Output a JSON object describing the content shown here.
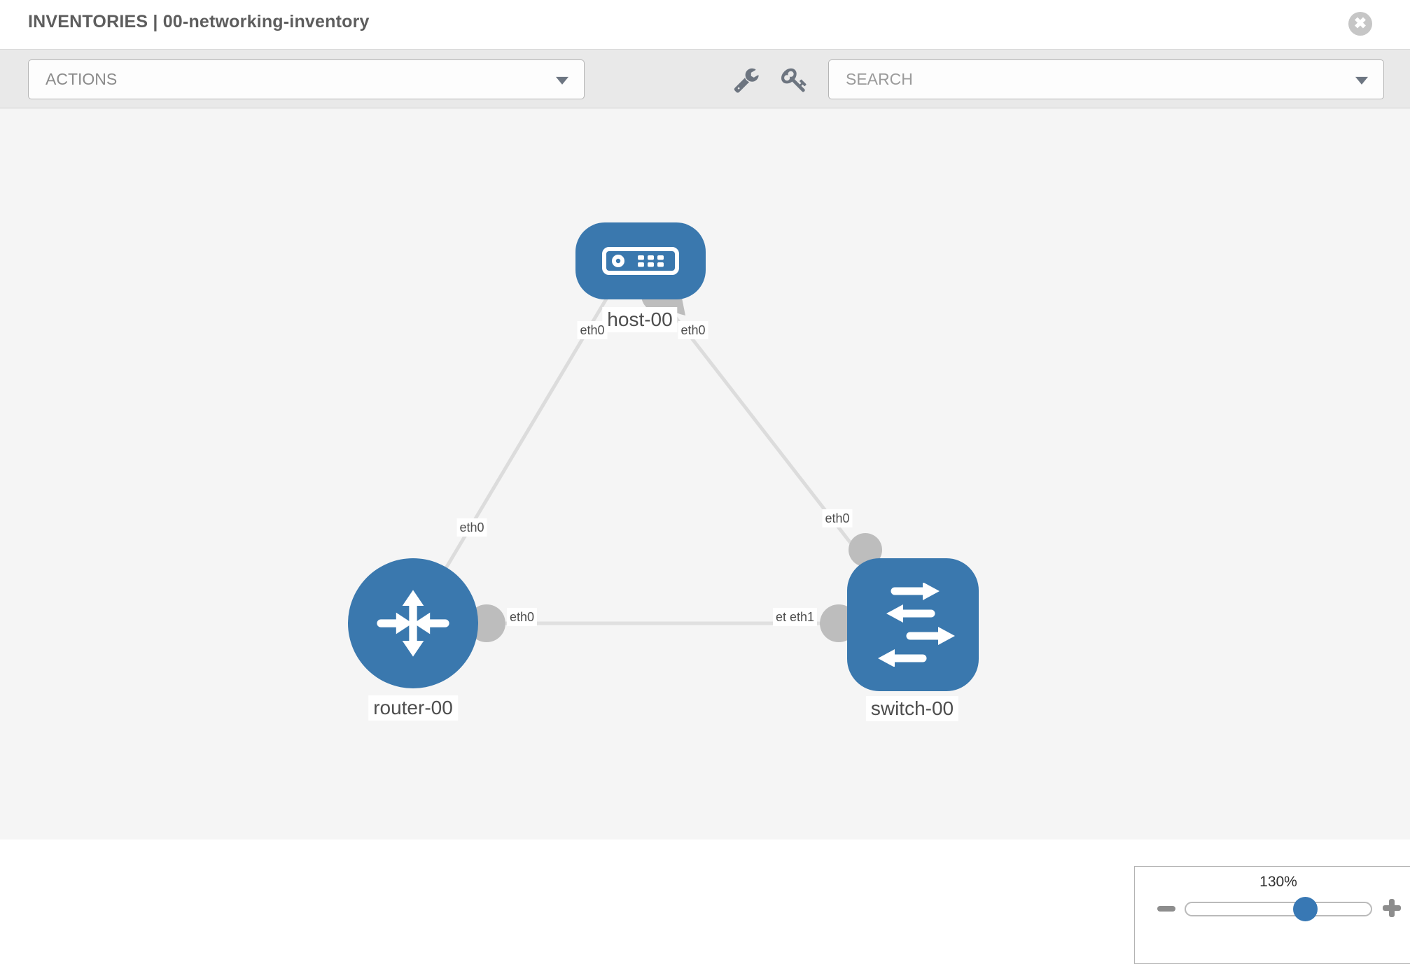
{
  "header": {
    "title": "INVENTORIES | 00-networking-inventory"
  },
  "toolbar": {
    "actions_label": "ACTIONS",
    "search_placeholder": "SEARCH"
  },
  "icons": {
    "close": "x-in-circle",
    "actions_caret": "caret-down",
    "search_caret": "caret-down",
    "wrench": "wrench",
    "key": "key",
    "minus": "minus",
    "plus": "plus"
  },
  "topology": {
    "nodes": [
      {
        "id": "host-00",
        "type": "host",
        "label": "host-00"
      },
      {
        "id": "router-00",
        "type": "router",
        "label": "router-00"
      },
      {
        "id": "switch-00",
        "type": "switch",
        "label": "switch-00"
      }
    ],
    "links": [
      {
        "from": "host-00",
        "to": "router-00",
        "from_interface": "eth0",
        "to_interface": "eth0"
      },
      {
        "from": "host-00",
        "to": "switch-00",
        "from_interface": "eth0",
        "to_interface": "eth0"
      },
      {
        "from": "router-00",
        "to": "switch-00",
        "from_interface": "eth0",
        "to_interface": "eth1"
      }
    ],
    "overlap_label": "eth0"
  },
  "zoom_control": {
    "level": "130%"
  },
  "colors": {
    "node_blue": "#3a78ae",
    "link_gray": "#dcdcdc",
    "connector_gray": "#bdbdbd",
    "toolbar_bg": "#e9e9e9",
    "canvas_bg": "#f5f5f5",
    "thumb_blue": "#3878b4"
  }
}
